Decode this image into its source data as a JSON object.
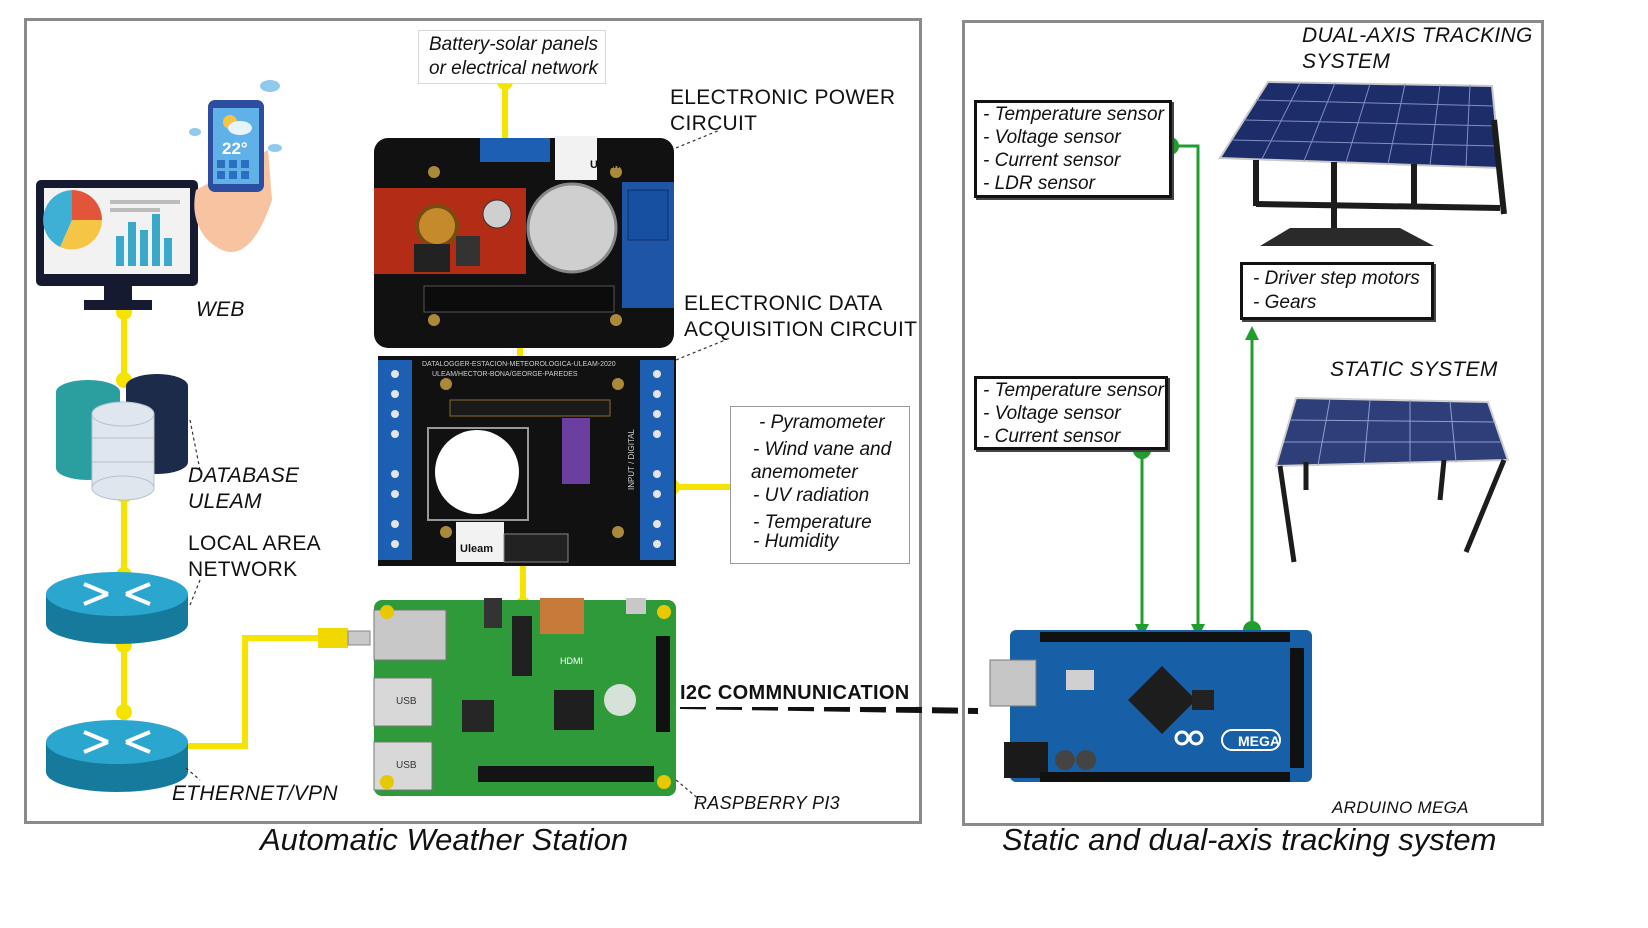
{
  "left_panel": {
    "caption": "Automatic Weather  Station",
    "power_source": [
      "Battery-solar panels",
      "or electrical network"
    ],
    "power_circuit_label": [
      "ELECTRONIC POWER",
      "CIRCUIT"
    ],
    "acquisition_label": [
      "ELECTRONIC DATA",
      "ACQUISITION CIRCUIT"
    ],
    "web_label": "WEB",
    "database_label": [
      "DATABASE",
      "ULEAM"
    ],
    "lan_label": [
      "LOCAL AREA",
      "NETWORK"
    ],
    "ethernet_label": "ETHERNET/VPN",
    "raspberry_label": "RASPBERRY PI3",
    "phone_temperature": "22°",
    "sensors": [
      "- Pyramometer",
      "- Wind vane and",
      "anemometer",
      "- UV radiation",
      "- Temperature",
      "- Humidity"
    ],
    "board_text": {
      "power_brand": "Uleam",
      "acq_brand": "Uleam",
      "acq_header": "DATALOGGER-ESTACION-METEOROLOGICA-ULEAM-2020",
      "acq_sub": "ULEAM/HECTOR-BONA/GEORGE-PAREDES",
      "acq_io": "INPUT / DIGITAL",
      "rpi_logo_text": "HDMI",
      "usb": [
        "USB",
        "USB"
      ]
    }
  },
  "link_label": "I2C COMMNUNICATION",
  "right_panel": {
    "caption": "Static and dual-axis tracking system",
    "dual_axis_label": [
      "DUAL-AXIS TRACKING",
      "SYSTEM"
    ],
    "static_label": "STATIC SYSTEM",
    "arduino_label": "ARDUINO MEGA",
    "arduino_board_text": "MEGA",
    "dual_sensors": [
      "- Temperature sensor",
      "- Voltage sensor",
      "- Current sensor",
      "- LDR sensor"
    ],
    "static_sensors": [
      "- Temperature sensor",
      "- Voltage sensor",
      "- Current sensor"
    ],
    "motors": [
      "- Driver step motors",
      "- Gears"
    ]
  },
  "colors": {
    "connector_yellow": "#f5e400",
    "connector_green": "#1f9e2e",
    "panel_border": "#8a8a8a",
    "pcb_black": "#111111",
    "rpi_green": "#2f9a3a",
    "arduino_blue": "#1760a8",
    "router_teal": "#1b8fb5"
  }
}
